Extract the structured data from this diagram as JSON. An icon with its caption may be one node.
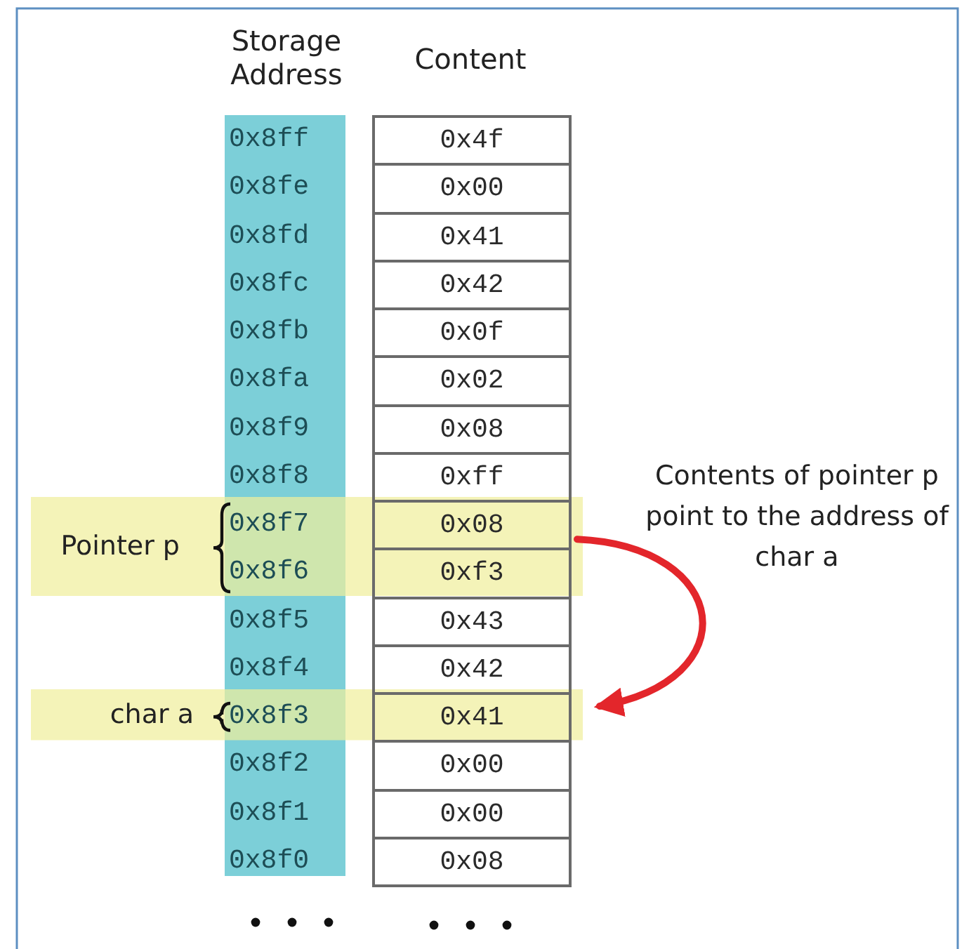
{
  "diagram": {
    "nodes": [
      {
        "text": [
          "0x4f"
        ]
      },
      {
        "text": [
          "0x00"
        ]
      },
      {
        "text": [
          "0x41"
        ]
      },
      {
        "text": [
          "0x42"
        ]
      },
      {
        "text": [
          "0x0f"
        ]
      },
      {
        "text": [
          "0x02"
        ]
      },
      {
        "text": [
          "0x08"
        ]
      },
      {
        "text": [
          "0xff"
        ]
      },
      {
        "text": [
          "0x08"
        ]
      },
      {
        "text": [
          "0xf3"
        ]
      },
      {
        "text": [
          "0x43"
        ]
      },
      {
        "text": [
          "0x42"
        ]
      },
      {
        "text": [
          "0x41"
        ]
      },
      {
        "text": [
          "0x00"
        ]
      },
      {
        "text": [
          "0x00"
        ]
      },
      {
        "text": [
          "0x08"
        ]
      }
    ],
    "edges": [
      {
        "from": 8,
        "to": 12,
        "arrow": "to",
        "color": "#e3262b"
      }
    ],
    "labels": [
      "Storage Address",
      "Content",
      "0x8ff",
      "0x8fe",
      "0x8fd",
      "0x8fc",
      "0x8fb",
      "0x8fa",
      "0x8f9",
      "0x8f8",
      "0x8f7",
      "0x8f6",
      "0x8f5",
      "0x8f4",
      "0x8f3",
      "0x8f2",
      "0x8f1",
      "0x8f0",
      "Pointer p",
      "char a",
      "Contents of pointer p point to the address of char a"
    ]
  }
}
